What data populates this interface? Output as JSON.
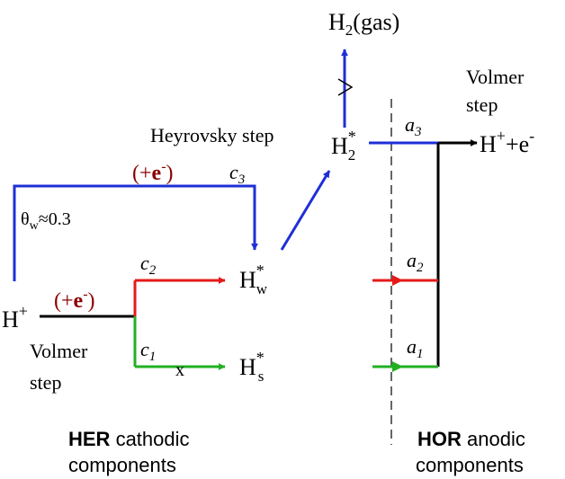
{
  "species": {
    "h_plus": {
      "base": "H",
      "sup": "+"
    },
    "h2_gas": {
      "base": "H",
      "sub": "2",
      "rest": "(gas)"
    },
    "h2_star": {
      "base": "H",
      "sup": "*",
      "sub": "2"
    },
    "hw_star": {
      "base": "H",
      "sup": "*",
      "sub": "w"
    },
    "hs_star": {
      "base": "H",
      "sup": "*",
      "sub": "s"
    },
    "hor_product": {
      "base": "H",
      "sup": "+",
      "mid": "+e",
      "sup2": "-"
    }
  },
  "labels": {
    "heyrovsky": "Heyrovsky step",
    "theta": "θ",
    "theta_sub": "w",
    "theta_value": "≈0.3",
    "electron_upper": {
      "open": "(+",
      "e": "e",
      "sup": "-",
      "close": ")"
    },
    "electron_lower": {
      "open": "(+",
      "e": "e",
      "sup": "-",
      "close": ")"
    },
    "volmer_left_1": "Volmer",
    "volmer_left_2": "step",
    "volmer_right_1": "Volmer",
    "volmer_right_2": "step",
    "x_mark": "x",
    "her_bold": "HER",
    "her_rest": " cathodic",
    "her_line2": "components",
    "hor_bold": "HOR",
    "hor_rest": " anodic",
    "hor_line2": "components"
  },
  "paths": {
    "c1": {
      "letter": "c",
      "sub": "1"
    },
    "c2": {
      "letter": "c",
      "sub": "2"
    },
    "c3": {
      "letter": "c",
      "sub": "3"
    },
    "a1": {
      "letter": "a",
      "sub": "1"
    },
    "a2": {
      "letter": "a",
      "sub": "2"
    },
    "a3": {
      "letter": "a",
      "sub": "3"
    }
  },
  "colors": {
    "blue": "#1f2fd6",
    "red": "#e41a1a",
    "green": "#22b022",
    "black": "#000000",
    "electron_red": "#8b0000"
  }
}
